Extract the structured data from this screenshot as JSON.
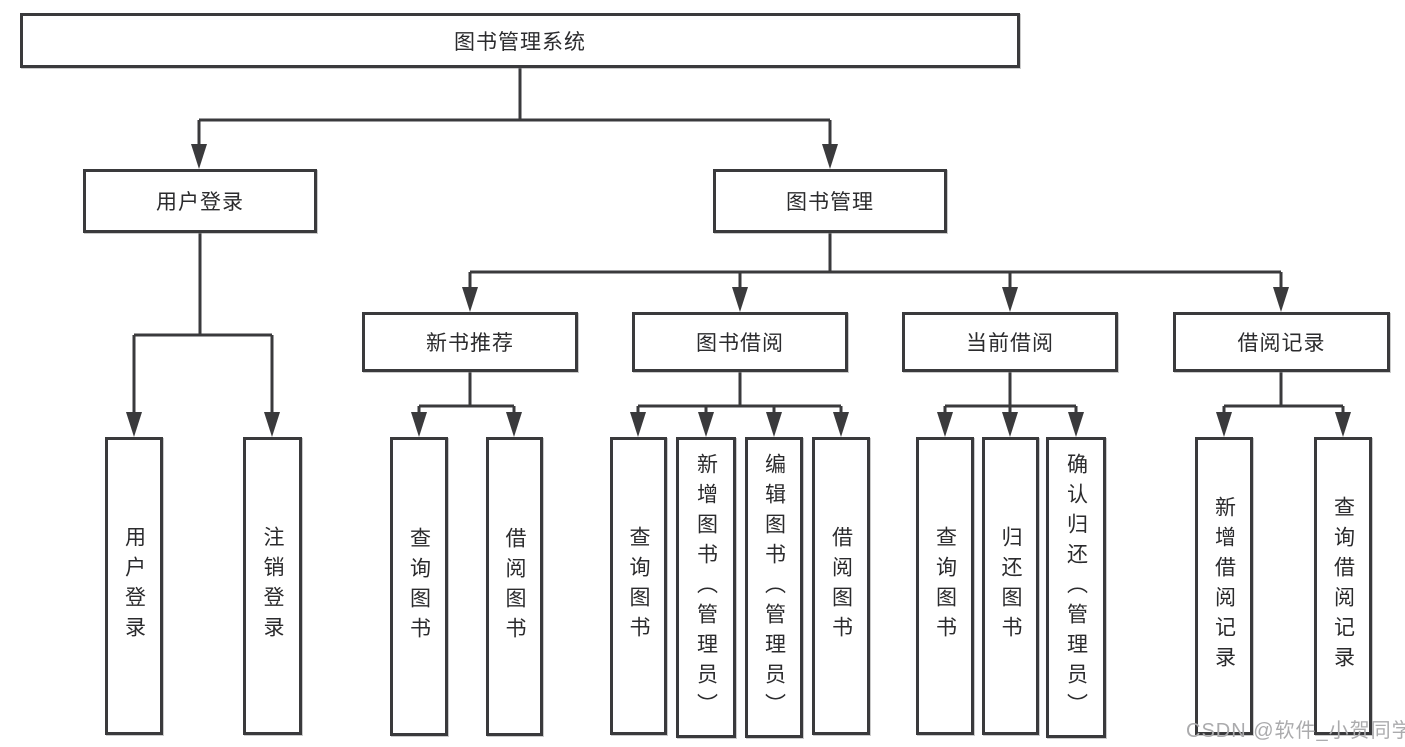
{
  "org_chart": {
    "title": "图书管理系统",
    "branches": [
      {
        "label": "用户登录",
        "children": [
          {
            "label": "用户登录"
          },
          {
            "label": "注销登录"
          }
        ]
      },
      {
        "label": "图书管理",
        "children": [
          {
            "label": "新书推荐",
            "children": [
              {
                "label": "查询图书"
              },
              {
                "label": "借阅图书"
              }
            ]
          },
          {
            "label": "图书借阅",
            "children": [
              {
                "label": "查询图书"
              },
              {
                "label": "新增图书（管理员）"
              },
              {
                "label": "编辑图书（管理员）"
              },
              {
                "label": "借阅图书"
              }
            ]
          },
          {
            "label": "当前借阅",
            "children": [
              {
                "label": "查询图书"
              },
              {
                "label": "归还图书"
              },
              {
                "label": "确认归还（管理员）"
              }
            ]
          },
          {
            "label": "借阅记录",
            "children": [
              {
                "label": "新增借阅记录"
              },
              {
                "label": "查询借阅记录"
              }
            ]
          }
        ]
      }
    ]
  },
  "watermark": {
    "text": "CSDN @软件_小贺同学"
  },
  "colors": {
    "line": "#3a3a3c",
    "box_border": "#3a3a3c",
    "box_fill": "#ffffff",
    "text": "#2b2b2d",
    "watermark": "#ababad"
  }
}
